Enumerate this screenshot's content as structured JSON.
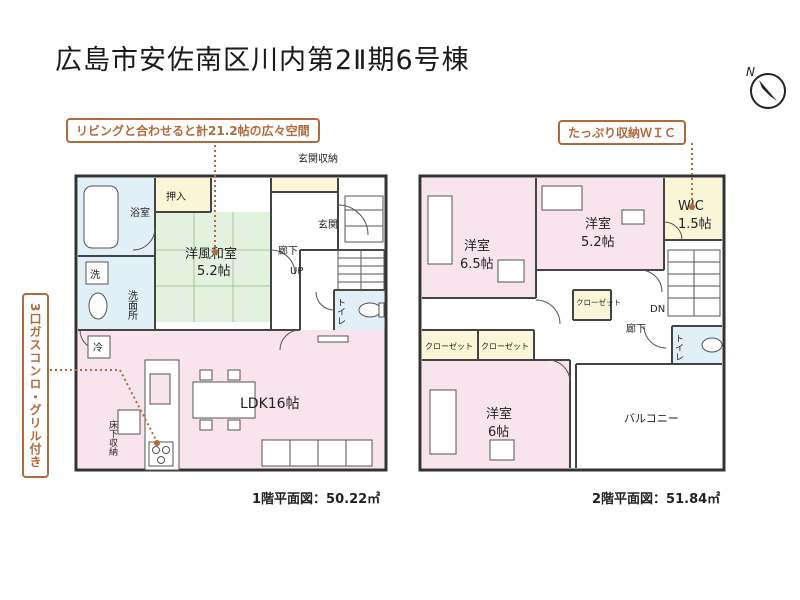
{
  "title": "広島市安佐南区川内第2Ⅱ期6号棟",
  "callouts": {
    "living": "リビングと合わせると計21.2帖の広々空間",
    "wic": "たっぷり収納ＷＩＣ",
    "stove": "3口ガスコンロ・グリル付き"
  },
  "floor1": {
    "caption": "1階平面図：50.22㎡",
    "rooms": {
      "bath": "浴室",
      "oshiire": "押入",
      "washitsu_name": "洋風和室",
      "washitsu_size": "5.2帖",
      "genkan_storage": "玄関収納",
      "genkan": "玄関",
      "hall": "廊下",
      "up": "UP",
      "wash": "洗",
      "senmen": "洗面所",
      "toilet": "トイレ",
      "fridge": "冷",
      "ldk": "LDK16帖",
      "underfloor": "床下収納"
    }
  },
  "floor2": {
    "caption": "2階平面図：51.84㎡",
    "rooms": {
      "room1_name": "洋室",
      "room1_size": "6.5帖",
      "room2_name": "洋室",
      "room2_size": "5.2帖",
      "wic_name": "WIC",
      "wic_size": "1.5帖",
      "closet": "クローゼット",
      "closet_a": "クローゼット",
      "closet_b": "クローゼット",
      "dn": "DN",
      "hall": "廊下",
      "toilet": "トイレ",
      "room3_name": "洋室",
      "room3_size": "6帖",
      "balcony": "バルコニー"
    }
  },
  "compass": "N",
  "colors": {
    "wall": "#333333",
    "room_pink": "#f7e4ec",
    "tatami_green": "#e3f1df",
    "wet_blue": "#e1eff7",
    "storage_yellow": "#fbf6d8",
    "accent": "#b06a3f"
  }
}
